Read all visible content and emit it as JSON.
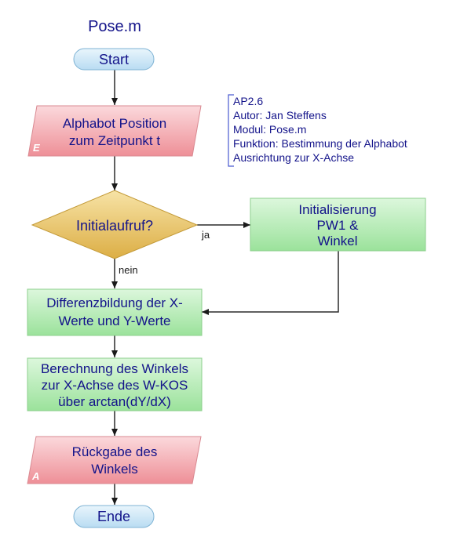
{
  "title": "Pose.m",
  "nodes": {
    "start": "Start",
    "input": {
      "line1": "Alphabot Position",
      "line2": "zum Zeitpunkt t",
      "tag": "E"
    },
    "decision": "Initialaufruf?",
    "init": {
      "line1": "Initialisierung",
      "line2": "PW1 &",
      "line3": "Winkel"
    },
    "diff": {
      "line1": "Differenzbildung der X-",
      "line2": "Werte und Y-Werte"
    },
    "calc": {
      "line1": "Berechnung des Winkels",
      "line2": "zur X-Achse des W-KOS",
      "line3": "über arctan(dY/dX)"
    },
    "output": {
      "line1": "Rückgabe des",
      "line2": "Winkels",
      "tag": "A"
    },
    "end": "Ende"
  },
  "edge_labels": {
    "yes": "ja",
    "no": "nein"
  },
  "annotation": {
    "line1": "AP2.6",
    "line2": "Autor: Jan Steffens",
    "line3": "Modul: Pose.m",
    "line4": "Funktion: Bestimmung der Alphabot",
    "line5": "Ausrichtung zur X-Achse"
  },
  "colors": {
    "text": "#13138a",
    "terminal_fill": "#cfe8f6",
    "io_fill": "#f3a4aa",
    "process_fill": "#b3eab3",
    "decision_fill": "#e8c26a",
    "line": "#3a3a3a"
  }
}
